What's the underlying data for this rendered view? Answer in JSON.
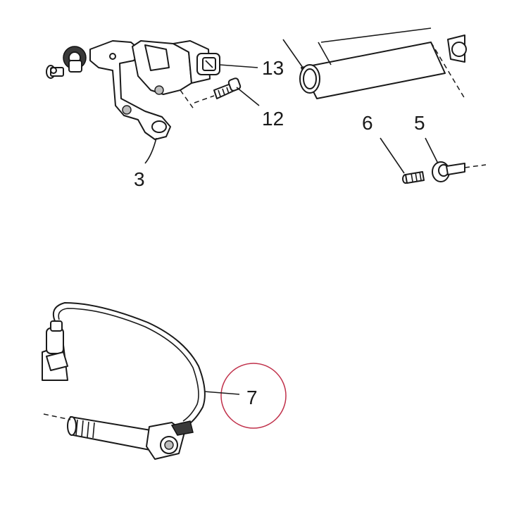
{
  "callouts": [
    {
      "id": "13",
      "label": "13"
    },
    {
      "id": "12",
      "label": "12"
    },
    {
      "id": "3",
      "label": "3"
    },
    {
      "id": "6",
      "label": "6"
    },
    {
      "id": "5",
      "label": "5"
    },
    {
      "id": "7",
      "label": "7"
    }
  ],
  "highlight": {
    "target": "7",
    "color": "#c0304a"
  },
  "colors": {
    "line": "#1a1a1a",
    "background": "#ffffff"
  }
}
